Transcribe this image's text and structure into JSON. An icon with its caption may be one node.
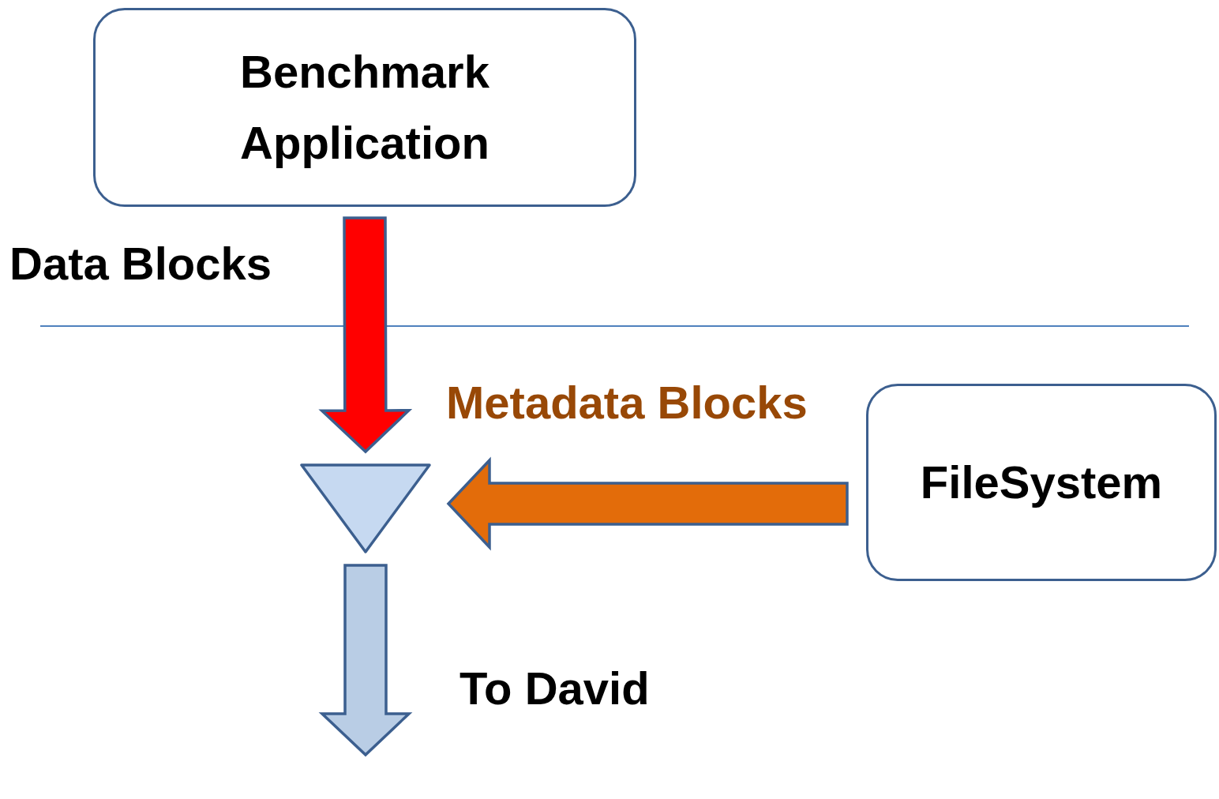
{
  "diagram": {
    "nodes": [
      {
        "text": [
          "Benchmark Application"
        ]
      },
      {
        "text": [],
        "shape": "triangle"
      },
      {
        "text": [
          "FileSystem"
        ]
      }
    ],
    "edges": [
      {
        "from": 0,
        "to": 1,
        "arrow": "to",
        "label": "Data Blocks",
        "style": "thick",
        "color": "#ff0000"
      },
      {
        "from": 2,
        "to": 1,
        "arrow": "to",
        "label": "Metadata Blocks",
        "style": "thick",
        "color": "#e36c0a"
      },
      {
        "from": 1,
        "to": null,
        "arrow": "to",
        "label": "To David",
        "style": "thick",
        "color": "#b9cde5"
      }
    ]
  }
}
